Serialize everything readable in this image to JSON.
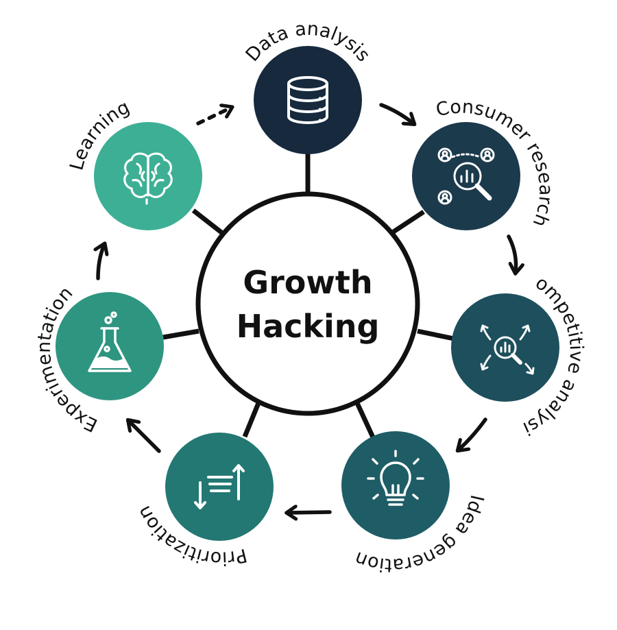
{
  "center": {
    "line1": "Growth",
    "line2": "Hacking"
  },
  "nodes": [
    {
      "id": "data-analysis",
      "label": "Data analysis",
      "icon": "database-icon",
      "color": "#16293d"
    },
    {
      "id": "consumer-research",
      "label": "Consumer research",
      "icon": "research-magnifier-icon",
      "color": "#1b3a4c"
    },
    {
      "id": "competitive-analysis",
      "label": "Competitive analysis",
      "icon": "analysis-arrows-icon",
      "color": "#1d4f5c"
    },
    {
      "id": "idea-generation",
      "label": "Idea generation",
      "icon": "lightbulb-icon",
      "color": "#1f5d66"
    },
    {
      "id": "prioritization",
      "label": "Prioritization",
      "icon": "sort-priority-icon",
      "color": "#237873"
    },
    {
      "id": "experimentation",
      "label": "Experimentation",
      "icon": "flask-icon",
      "color": "#2e9580"
    },
    {
      "id": "learning",
      "label": "Learning",
      "icon": "brain-icon",
      "color": "#3daf95"
    }
  ],
  "colors": {
    "ring": "#111111",
    "arrows": "#111111"
  }
}
